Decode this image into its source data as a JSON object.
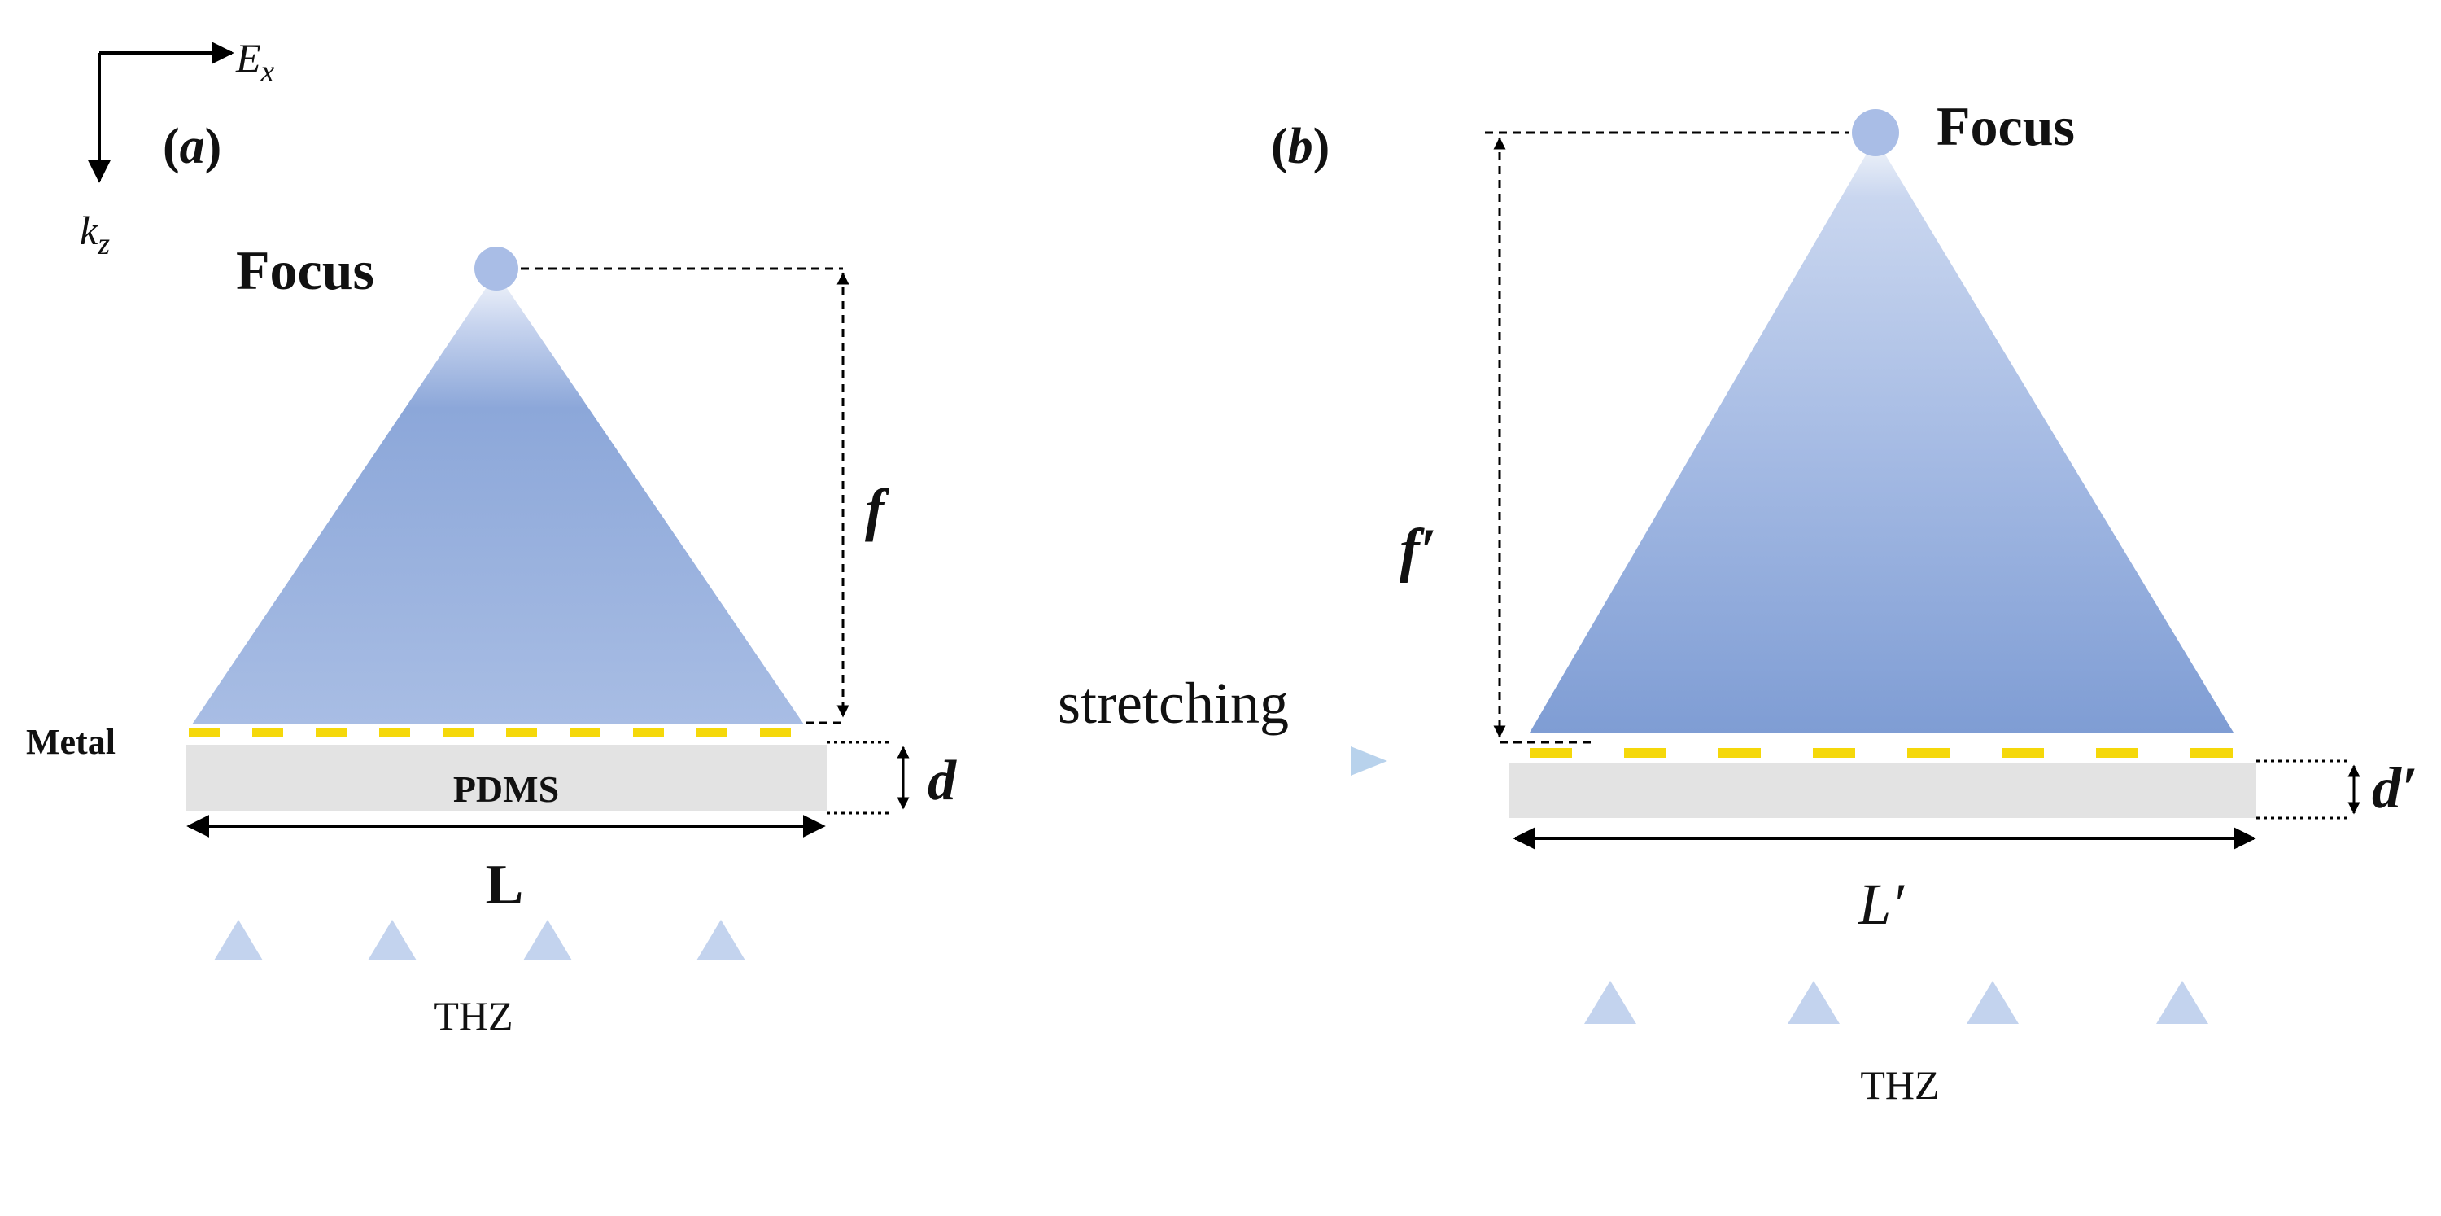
{
  "axes": {
    "x_symbol": "E",
    "x_subscript": "x",
    "z_symbol": "k",
    "z_subscript": "z"
  },
  "panel_a": {
    "label": "(a)",
    "focus_label": "Focus",
    "focal_label": "f",
    "metal_label": "Metal",
    "substrate_label": "PDMS",
    "thickness_label": "d",
    "length_label": "L",
    "beam_label": "THZ"
  },
  "panel_b": {
    "label": "(b)",
    "focus_label": "Focus",
    "focal_label": "f′",
    "thickness_label": "d′",
    "length_label": "L′",
    "beam_label": "THZ"
  },
  "transition_label": "stretching",
  "colors": {
    "cone_top": "#e6ecf7",
    "cone_bottom": "#8ea9d9",
    "focus_dot": "#a9bde6",
    "metal": "#f5d80a",
    "substrate": "#e3e3e3",
    "arrow": "#8fb3dc"
  }
}
